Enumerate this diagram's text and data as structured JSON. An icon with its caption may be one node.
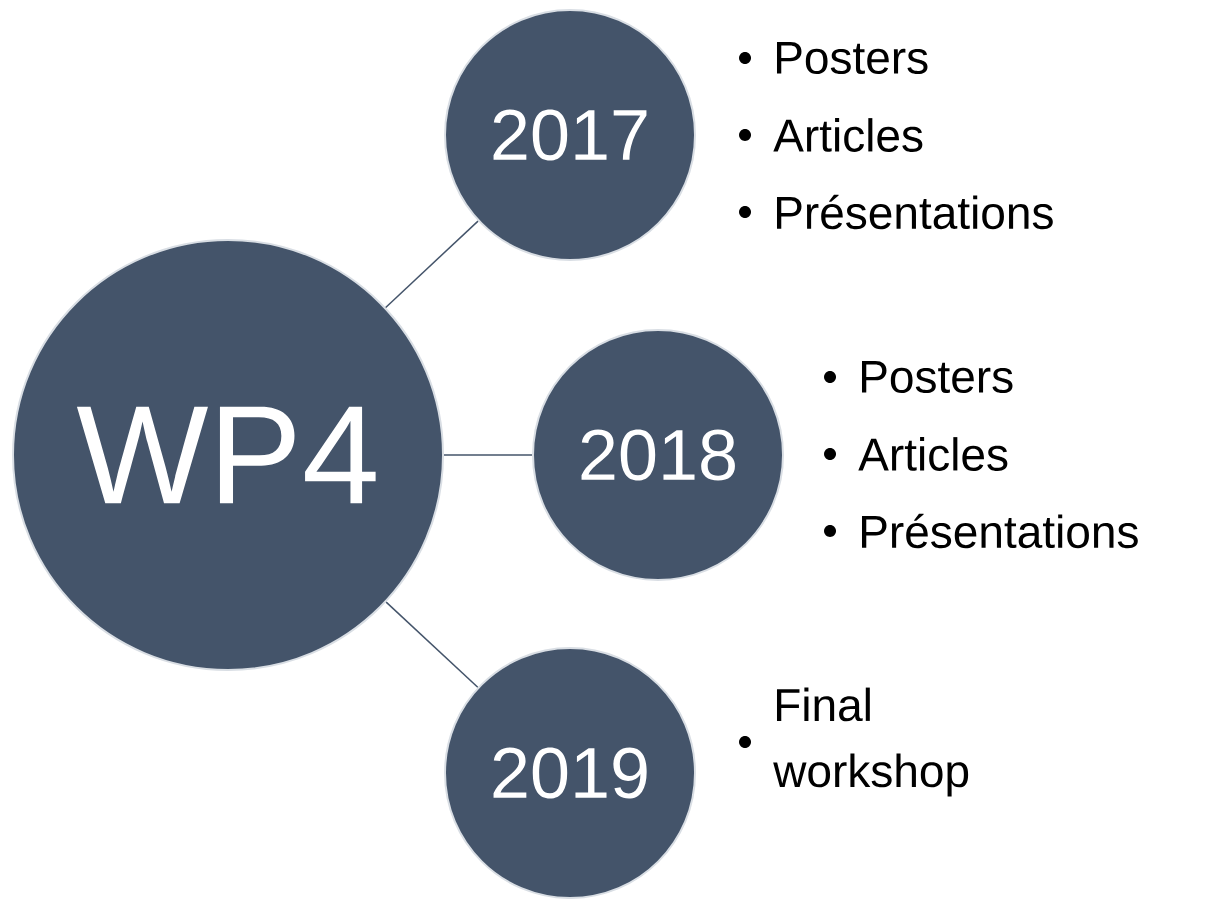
{
  "diagram": {
    "nodes": [
      {
        "text": [
          "WP4"
        ]
      },
      {
        "text": [
          "2017"
        ],
        "beside": [
          "Posters",
          "Articles",
          "Présentations"
        ]
      },
      {
        "text": [
          "2018"
        ],
        "beside": [
          "Posters",
          "Articles",
          "Présentations"
        ]
      },
      {
        "text": [
          "2019"
        ],
        "beside": [
          "Final workshop"
        ]
      }
    ],
    "edges": [
      {
        "from": 0,
        "to": 1,
        "arrow": "none"
      },
      {
        "from": 0,
        "to": 2,
        "arrow": "none"
      },
      {
        "from": 0,
        "to": 3,
        "arrow": "none"
      }
    ]
  }
}
